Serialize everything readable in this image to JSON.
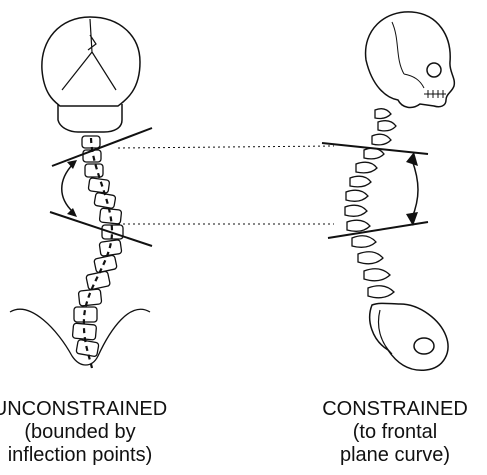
{
  "left_caption": {
    "line1": "UNCONSTRAINED",
    "line2": "(bounded by",
    "line3": "inflection points)"
  },
  "right_caption": {
    "line1": "CONSTRAINED",
    "line2": "(to frontal",
    "line3": "plane curve)"
  },
  "colors": {
    "ink": "#111111",
    "background": "#ffffff"
  }
}
